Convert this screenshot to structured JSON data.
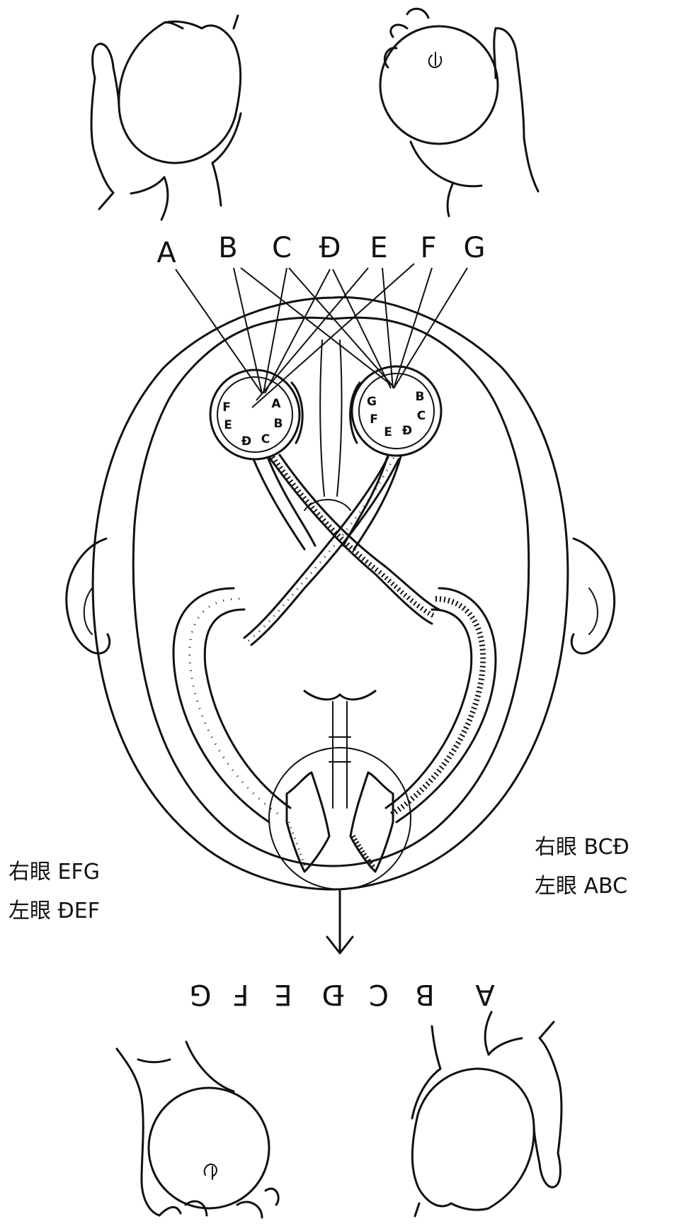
{
  "scene_letters": [
    "A",
    "B",
    "C",
    "Ð",
    "E",
    "F",
    "G"
  ],
  "left_retina_letters": [
    "F",
    "E",
    "Ð",
    "C",
    "B",
    "A"
  ],
  "right_retina_letters": [
    "G",
    "F",
    "E",
    "Ð",
    "C",
    "B"
  ],
  "left_legend": {
    "line1": "右眼 EFG",
    "line2": "左眼 ÐEF"
  },
  "right_legend": {
    "line1": "右眼 BCÐ",
    "line2": "左眼 ABC"
  },
  "inverted_letters": [
    "G",
    "F",
    "E",
    "Ð",
    "C",
    "B",
    "A"
  ],
  "colors": {
    "ink": "#111111",
    "paper": "#ffffff"
  },
  "icons": {
    "top_left": "hand-holding-pear-icon",
    "top_right": "hand-holding-apple-icon",
    "bottom_left": "hand-holding-apple-inverted-icon",
    "bottom_right": "hand-holding-pear-inverted-icon"
  }
}
